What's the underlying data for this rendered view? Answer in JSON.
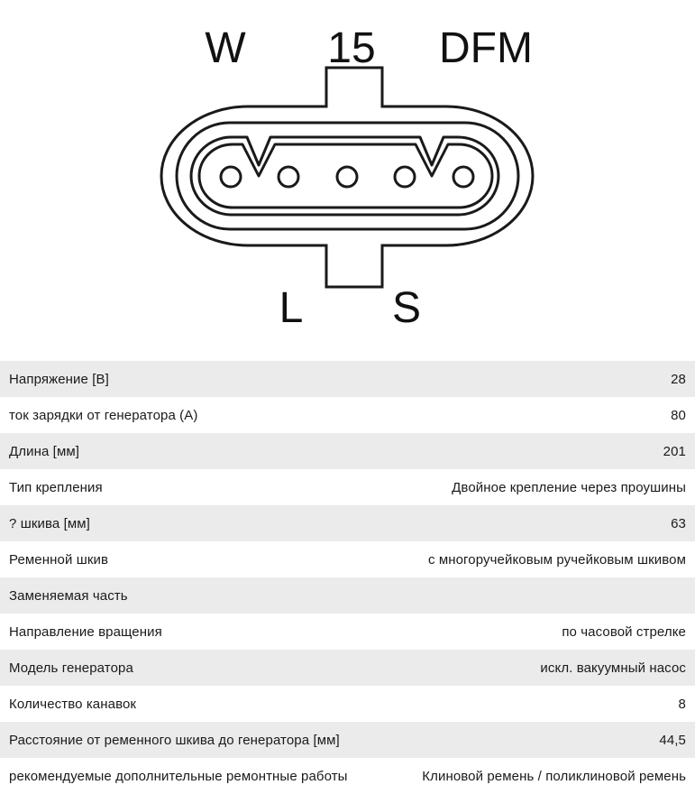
{
  "connector_diagram": {
    "pin_labels": {
      "top_left": "W",
      "top_center": "15",
      "top_right": "DFM",
      "bottom_left": "L",
      "bottom_right": "S"
    },
    "pin_count": 5
  },
  "specs": [
    {
      "label": "Напряжение [В]",
      "value": "28"
    },
    {
      "label": "ток зарядки от генератора (А)",
      "value": "80"
    },
    {
      "label": "Длина [мм]",
      "value": "201"
    },
    {
      "label": "Тип крепления",
      "value": "Двойное крепление через проушины"
    },
    {
      "label": "? шкива [мм]",
      "value": "63"
    },
    {
      "label": "Ременной шкив",
      "value": "с многоручейковым ручейковым шкивом"
    },
    {
      "label": "Заменяемая часть",
      "value": ""
    },
    {
      "label": "Направление вращения",
      "value": "по часовой стрелке"
    },
    {
      "label": "Модель генератора",
      "value": "искл. вакуумный насос"
    },
    {
      "label": "Количество канавок",
      "value": "8"
    },
    {
      "label": "Расстояние от ременного шкива до генератора [мм]",
      "value": "44,5"
    },
    {
      "label": "рекомендуемые дополнительные ремонтные работы",
      "value": "Клиновой ремень / поликлиновой ремень"
    }
  ]
}
